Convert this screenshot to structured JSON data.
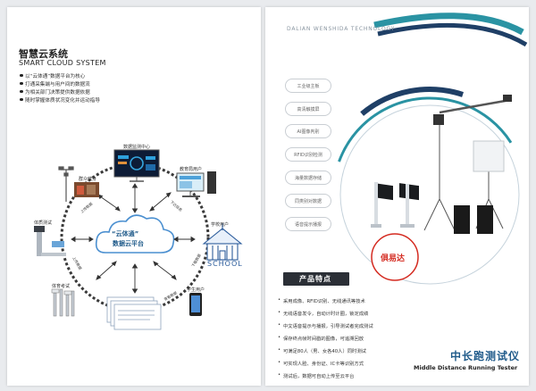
{
  "left": {
    "title_cn": "智慧云系统",
    "title_en": "SMART CLOUD SYSTEM",
    "bullets": [
      "以“云体通”数据平台为核心",
      "打通采集端与用户间的数据流",
      "为相关部门决策提供数据依据",
      "随时掌握体质状况变化并运动指导"
    ],
    "cloud_line1": "“云体通”",
    "cloud_line2": "数据云平台",
    "nodes": {
      "monitor_center": "数据监测中心",
      "edu_user": "教育局用户",
      "school_user": "学校用户",
      "student_user": "学生用户",
      "physical_test": "体质测试",
      "sports_exam": "体育考试",
      "fitness": "群众健身"
    },
    "school_sign": "SCHOOL",
    "arrow_labels": [
      "上传数据",
      "下达信息",
      "下载数据",
      "上传数据",
      "查看数据"
    ]
  },
  "right": {
    "brand_line": "DALIAN WENSHIDA TECHNOLOGY",
    "features_pills": [
      "工业级主板",
      "高清触摸屏",
      "AI图像判别",
      "RFID识别检测",
      "海量数据存储",
      "同类别对数据",
      "语音提示播报"
    ],
    "logo_text": "俱易达",
    "section_title": "产品特点",
    "features": [
      "采用成像、RFID识别、无线通讯等技术",
      "无线语音发令，自动计时计圈，锁定成绩",
      "中文语音提示与播报，引导测试者完成测试",
      "保存终点帧时间戳的图像，可追溯回放",
      "可满足80人（男、女各40人）同时测试",
      "可实现人脸、身份证、IC卡等识别方式",
      "测试后，数据可自动上传至云平台"
    ],
    "product_cn": "中长跑测试仪",
    "product_en": "Middle Distance Running Tester"
  },
  "colors": {
    "teal": "#2a93a3",
    "navy": "#1f3f66",
    "accent_red": "#d42a20",
    "product_blue": "#1f5a8a"
  }
}
